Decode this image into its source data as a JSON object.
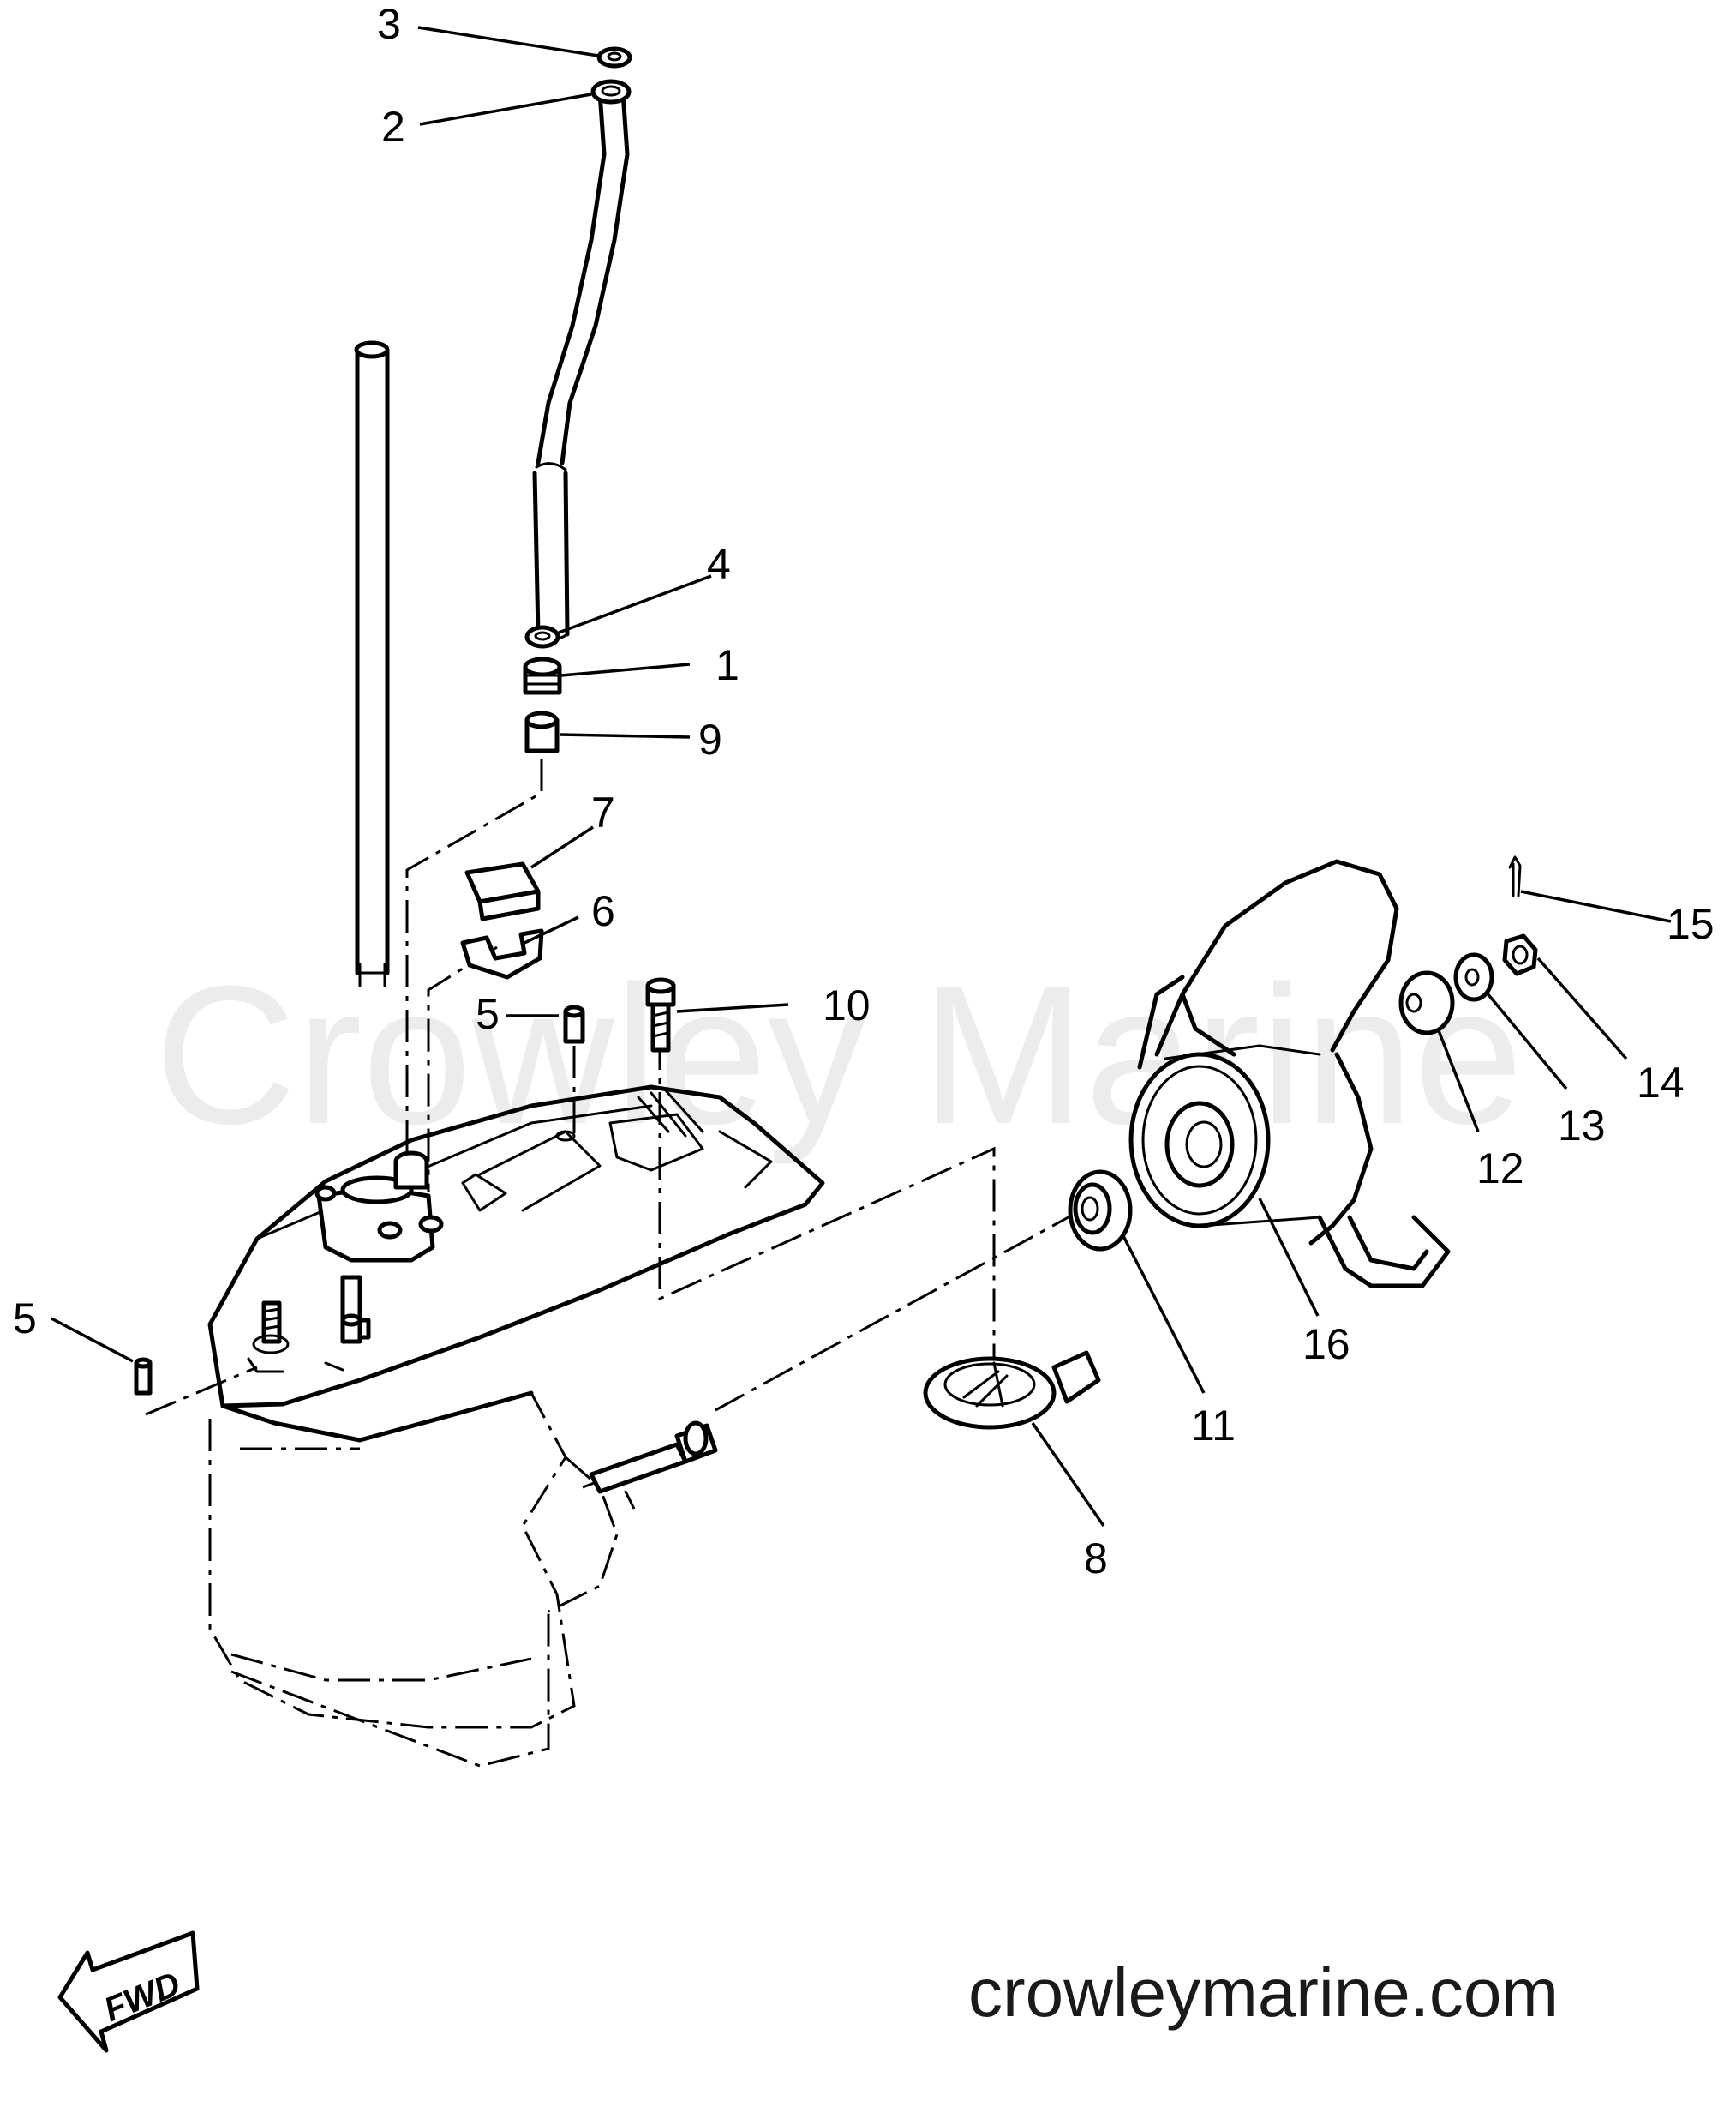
{
  "watermark": "Crowley Marine",
  "site_url": "crowleymarine.com",
  "direction_arrow_label": "FWD",
  "callouts": [
    {
      "id": "1",
      "label": "1"
    },
    {
      "id": "2",
      "label": "2"
    },
    {
      "id": "3",
      "label": "3"
    },
    {
      "id": "4",
      "label": "4"
    },
    {
      "id": "5a",
      "label": "5"
    },
    {
      "id": "5b",
      "label": "5"
    },
    {
      "id": "6",
      "label": "6"
    },
    {
      "id": "7",
      "label": "7"
    },
    {
      "id": "8",
      "label": "8"
    },
    {
      "id": "9",
      "label": "9"
    },
    {
      "id": "10",
      "label": "10"
    },
    {
      "id": "11",
      "label": "11"
    },
    {
      "id": "12",
      "label": "12"
    },
    {
      "id": "13",
      "label": "13"
    },
    {
      "id": "14",
      "label": "14"
    },
    {
      "id": "15",
      "label": "15"
    },
    {
      "id": "16",
      "label": "16"
    }
  ]
}
